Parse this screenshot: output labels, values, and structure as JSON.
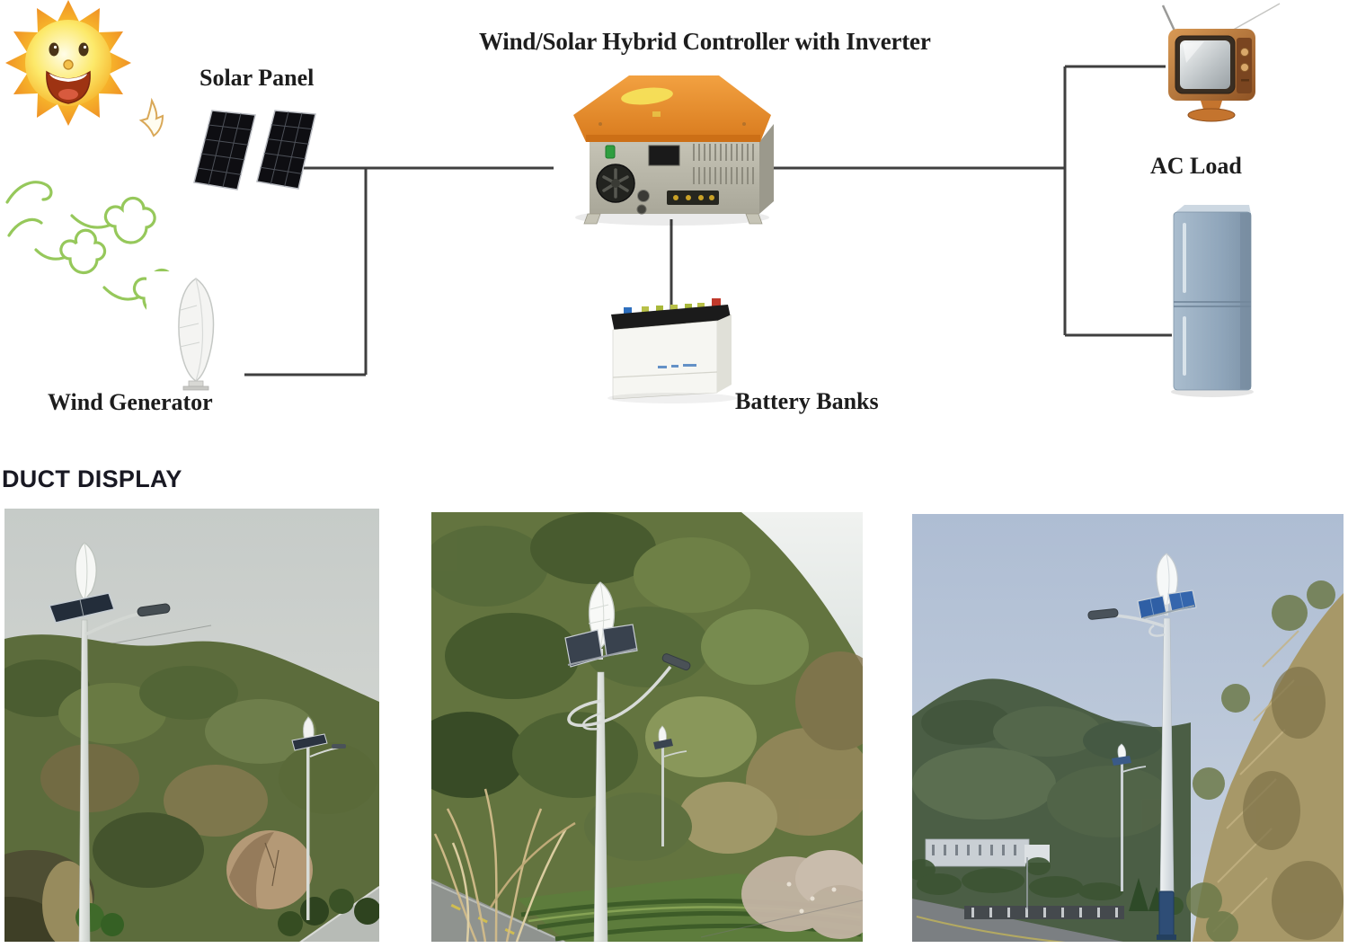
{
  "diagram": {
    "title": "Wind/Solar Hybrid Controller with Inverter",
    "solar_panel_label": "Solar Panel",
    "wind_generator_label": "Wind Generator",
    "battery_banks_label": "Battery Banks",
    "ac_load_label": "AC Load",
    "icons": {
      "sun": "sun-icon",
      "wind": "wind-gust-icon",
      "arrow": "sunlight-arrow-icon",
      "solar_panel": "solar-panel",
      "wind_generator": "vertical-axis-wind-turbine",
      "controller": "hybrid-controller-with-inverter",
      "battery": "battery-bank",
      "tv": "television",
      "fridge": "refrigerator"
    },
    "colors": {
      "connector_line": "#3f3f3f",
      "controller_orange": "#e8872a",
      "sun_yellow": "#fbc42d",
      "wind_green": "#8bc34a",
      "street_panel_blue": "#2f5fa5"
    }
  },
  "product_display": {
    "heading": "DUCT DISPLAY",
    "photo_count": 3
  }
}
